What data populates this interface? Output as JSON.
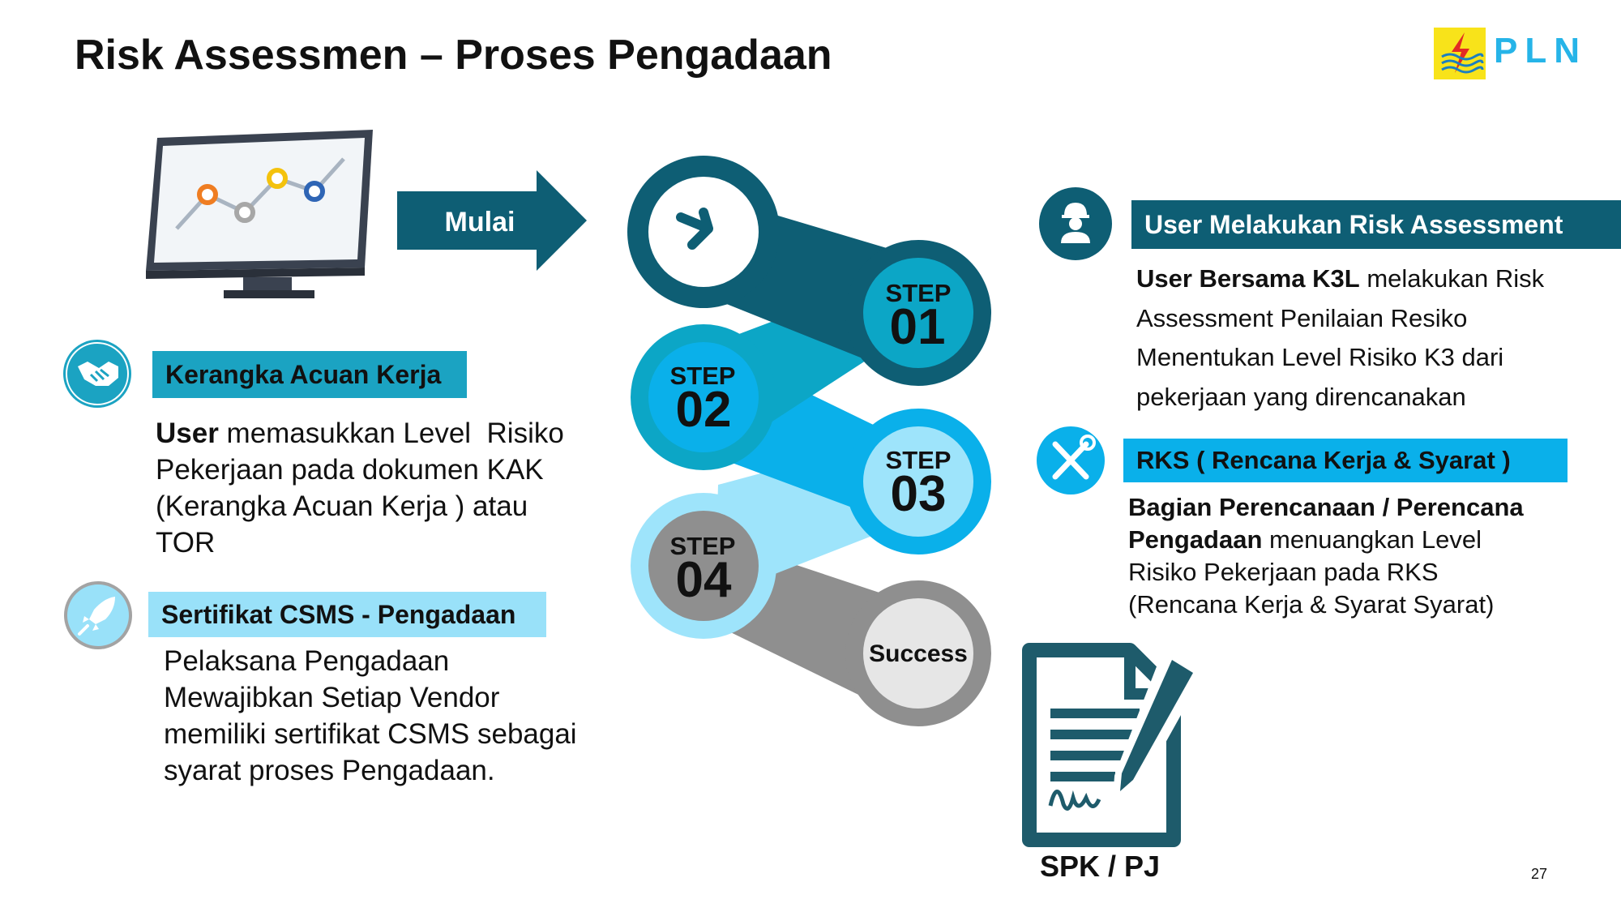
{
  "slide": {
    "title": "Risk Assessmen – Proses Pengadaan",
    "page_number": "27",
    "logo_text": "PLN"
  },
  "start_arrow": {
    "label": "Mulai"
  },
  "steps": [
    {
      "word": "STEP",
      "number": "01"
    },
    {
      "word": "STEP",
      "number": "02"
    },
    {
      "word": "STEP",
      "number": "03"
    },
    {
      "word": "STEP",
      "number": "04"
    }
  ],
  "success_label": "Success",
  "left_blocks": {
    "kak": {
      "title": "Kerangka Acuan Kerja",
      "line1_bold": "User",
      "line1_rest": " memasukkan Level  Risiko",
      "line2": "Pekerjaan pada dokumen KAK",
      "line3": "(Kerangka Acuan Kerja ) atau",
      "line4": "TOR"
    },
    "csms": {
      "title": "Sertifikat CSMS - Pengadaan",
      "line1": "Pelaksana Pengadaan",
      "line2": "Mewajibkan Setiap Vendor",
      "line3": "memiliki sertifikat CSMS sebagai",
      "line4": "syarat proses Pengadaan."
    }
  },
  "right_blocks": {
    "risk_assessment": {
      "title": "User Melakukan Risk Assessment",
      "line1_bold": "User Bersama K3L",
      "line1_rest": " melakukan Risk",
      "line2": "Assessment Penilaian Resiko",
      "line3": "Menentukan Level Risiko K3 dari",
      "line4": "pekerjaan yang direncanakan"
    },
    "rks": {
      "title": "RKS ( Rencana Kerja & Syarat )",
      "line1_bold": "Bagian Perencanaan / Perencana",
      "line2_bold": "Pengadaan",
      "line2_rest": " menuangkan Level",
      "line3": "Risiko Pekerjaan pada RKS",
      "line4": "(Rencana Kerja & Syarat Syarat)"
    }
  },
  "document_label": "SPK / PJ",
  "colors": {
    "step1": "#0e5e74",
    "step2": "#0ca6c6",
    "step3": "#0ab0ea",
    "step4": "#8f8f8f",
    "success": "#8f8f8f",
    "step3_light": "#9ee4fb",
    "kak_header": "#1ba3c2",
    "csms_header": "#99e1f9",
    "ura_header": "#0e5e74",
    "rks_header": "#0ab0ea"
  },
  "icons": {
    "monitor": "line-chart-monitor-icon",
    "start": "arrow-right-icon",
    "kak": "handshake-icon",
    "csms": "rocket-icon",
    "risk_assessment": "worker-icon",
    "rks": "tools-icon",
    "document": "document-signature-icon",
    "logo": "pln-lightning-icon"
  }
}
